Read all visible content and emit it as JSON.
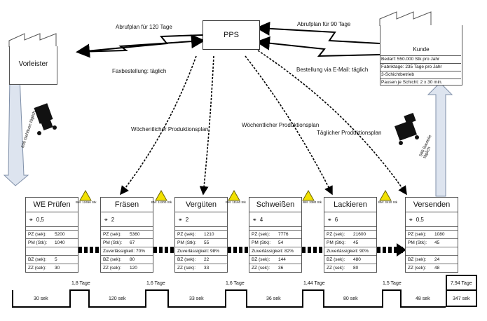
{
  "pps": {
    "label": "PPS"
  },
  "supplier": {
    "name": "Vorleister"
  },
  "customer": {
    "name": "Kunde",
    "info": [
      "Bedarf: 550.000 Stk pro Jahr",
      "Fabriktage: 235 Tage pro Jahr",
      "3-Schichtbetrieb",
      "Pausen je Schicht: 2 x 30 min."
    ]
  },
  "flows": {
    "abruf_120": "Abrufplan für 120 Tage",
    "fax": "Faxbestellung: täglich",
    "abruf_90": "Abrufplan für 90 Tage",
    "email": "Bestellung via E-Mail: täglich",
    "wochen1": "Wöchentlicher Produktionsplan",
    "wochen2": "Wöchentlicher Produktionsplan",
    "taeglich": "Täglicher Produktionsplan"
  },
  "trucks": {
    "inbound": "600 Gehäuse täglich",
    "outbound": "586 Bauteile täglich"
  },
  "inventory": [
    "BM: 12456 Stk",
    "BM: 11200 Stk",
    "BM: 11160 Stk",
    "BM: 3380 Stk",
    "BM: 3410 Stk"
  ],
  "processes": [
    {
      "name": "WE Prüfen",
      "operators": "0,5",
      "pz": "5200",
      "pm": "1040",
      "zuv": "",
      "bz": "5",
      "zz": "30"
    },
    {
      "name": "Fräsen",
      "operators": "2",
      "pz": "5360",
      "pm": "67",
      "zuv": "70%",
      "bz": "80",
      "zz": "120"
    },
    {
      "name": "Vergüten",
      "operators": "2",
      "pz": "1210",
      "pm": "55",
      "zuv": "98%",
      "bz": "22",
      "zz": "33"
    },
    {
      "name": "Schweißen",
      "operators": "4",
      "pz": "7776",
      "pm": "54",
      "zuv": "82%",
      "bz": "144",
      "zz": "36"
    },
    {
      "name": "Lackieren",
      "operators": "6",
      "pz": "21600",
      "pm": "45",
      "zuv": "90%",
      "bz": "480",
      "zz": "80"
    },
    {
      "name": "Versenden",
      "operators": "0,5",
      "pz": "1080",
      "pm": "45",
      "zuv": "",
      "bz": "24",
      "zz": "48"
    }
  ],
  "row_labels": {
    "pz": "PZ (sek):",
    "pm": "PM (Stk):",
    "zuv": "Zuverlässigkeit:",
    "bz": "BZ (sek):",
    "zz": "ZZ (sek):"
  },
  "timeline": {
    "waits": [
      "1,8 Tage",
      "1,6 Tage",
      "1,6 Tage",
      "1,44 Tage",
      "1,5 Tage"
    ],
    "process_times": [
      "30 sek",
      "120 sek",
      "33 sek",
      "36 sek",
      "80 sek",
      "48 sek"
    ],
    "total_lead": "7,94 Tage",
    "total_process": "347 sek"
  }
}
